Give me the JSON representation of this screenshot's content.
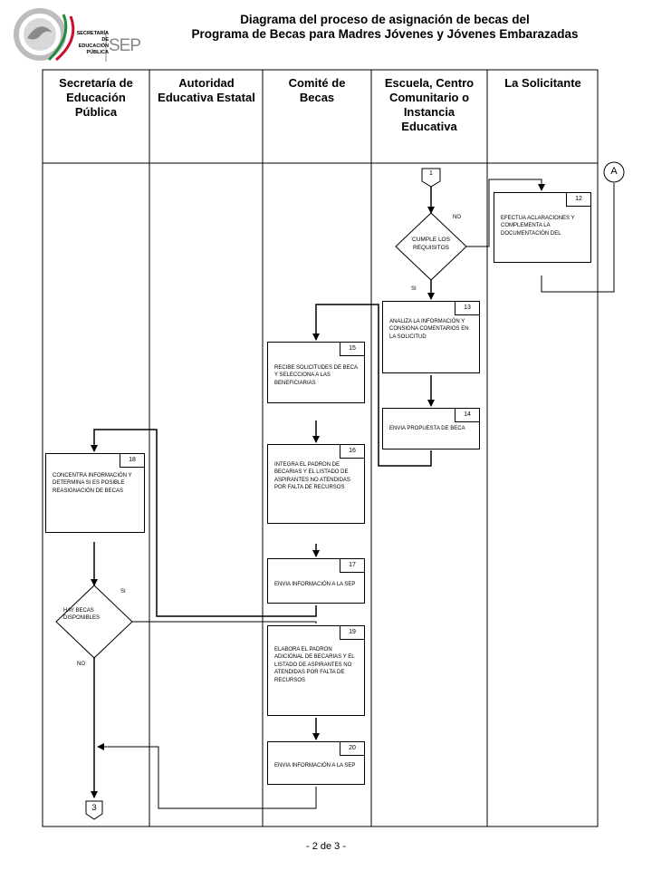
{
  "header": {
    "title_line1": "Diagrama del proceso de asignación de becas del",
    "title_line2": "Programa de Becas para Madres Jóvenes y Jóvenes Embarazadas",
    "logo_text": "SECRETARÍA DE EDUCACIÓN PÚBLICA",
    "logo_acronym": "SEP"
  },
  "lanes": [
    {
      "label": "Secretaría de Educación Pública"
    },
    {
      "label": "Autoridad Educativa Estatal"
    },
    {
      "label": "Comité de Becas"
    },
    {
      "label": "Escuela, Centro Comunitario o Instancia Educativa"
    },
    {
      "label": "La Solicitante"
    }
  ],
  "connectors": {
    "start": "1",
    "offpage_a": "A",
    "end": "3"
  },
  "decisions": {
    "d1": {
      "text": "CUMPLE LOS REQUISITOS",
      "yes": "SI",
      "no": "NO"
    },
    "d2": {
      "text": "HAY BECAS DISPONIBLES",
      "yes": "SI",
      "no": "NO"
    }
  },
  "boxes": {
    "b12": {
      "num": "12",
      "text": "EFECTUA ACLARACIONES Y COMPLEMENTA LA DOCUMENTACIÓN DEL"
    },
    "b13": {
      "num": "13",
      "text": "ANALIZA LA INFORMACIÓN Y CONSIGNA COMENTARIOS EN LA SOLICITUD"
    },
    "b14": {
      "num": "14",
      "text": "ENVIA PROPUESTA DE BECA"
    },
    "b15": {
      "num": "15",
      "text": "RECIBE SOLICITUDES DE BECA Y SELECCIONA A LAS BENEFICIARIAS"
    },
    "b16": {
      "num": "16",
      "text": "INTEGRA EL PADRON DE BECARIAS Y EL LISTADO DE ASPIRANTES NO ATENDIDAS POR FALTA DE RECURSOS"
    },
    "b17": {
      "num": "17",
      "text": "ENVIA INFORMACIÓN A LA SEP"
    },
    "b18": {
      "num": "18",
      "text": "CONCENTRA INFORMACIÓN Y DETERMINA SI ES POSIBLE REASIGNACIÓN DE BECAS"
    },
    "b19": {
      "num": "19",
      "text": "ELABORA EL PADRON ADICIONAL DE BECARIAS Y EL LISTADO DE ASPIRANTES NO ATENDIDAS POR FALTA DE RECURSOS"
    },
    "b20": {
      "num": "20",
      "text": "ENVIA INFORMACIÓN A LA SEP"
    }
  },
  "footer": {
    "page": "- 2 de 3 -"
  }
}
